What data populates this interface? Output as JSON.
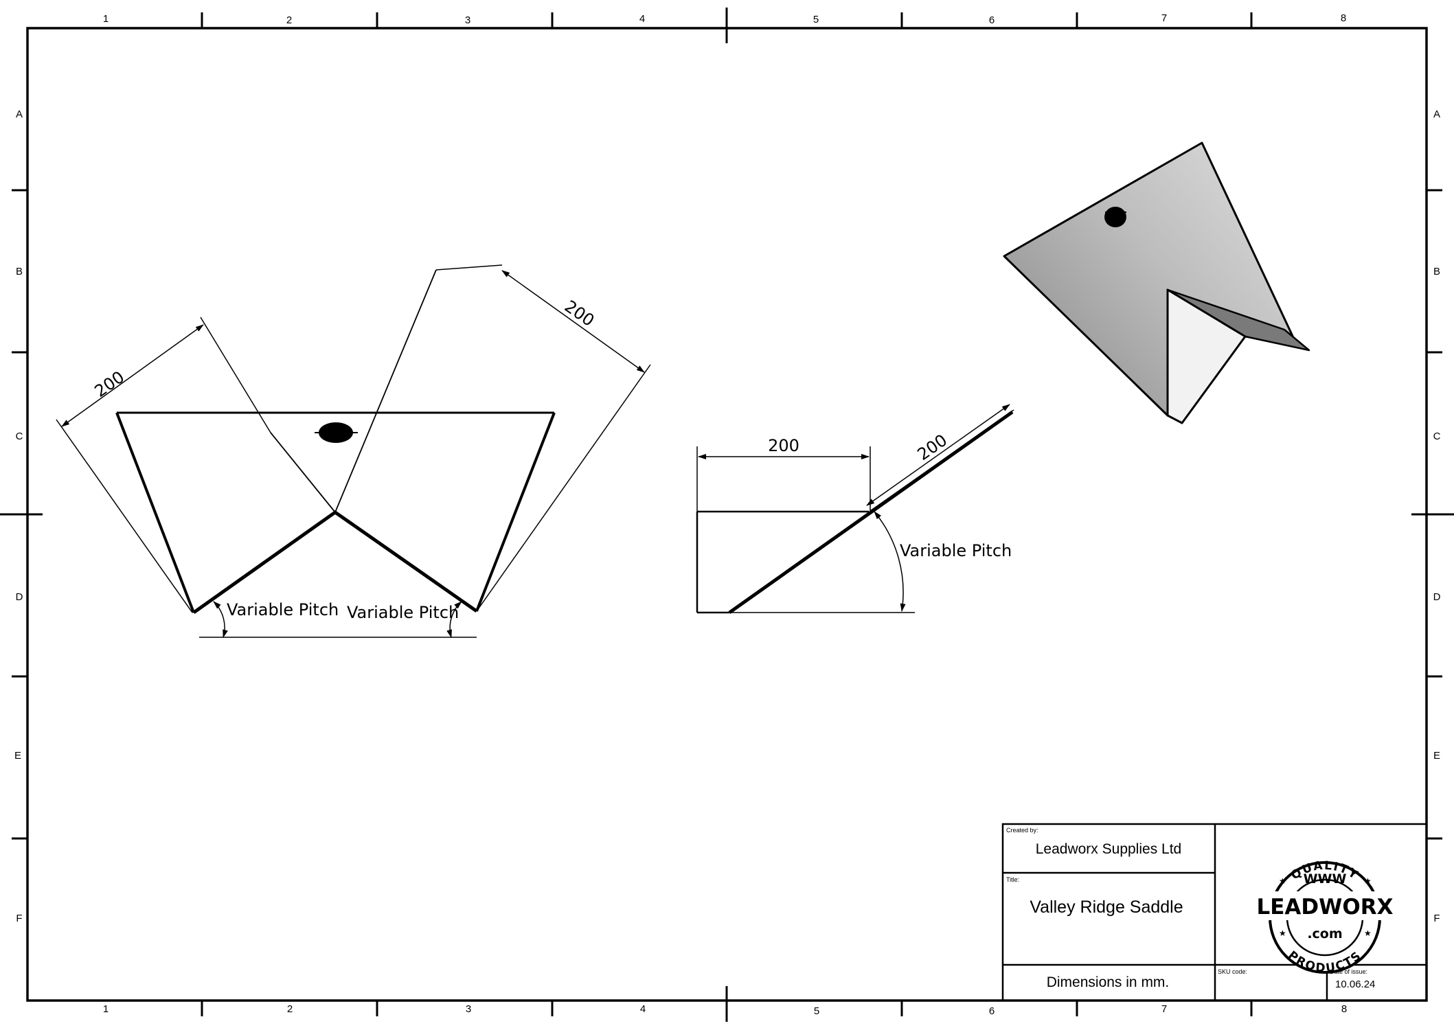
{
  "zones": {
    "columns": [
      "1",
      "2",
      "3",
      "4",
      "5",
      "6",
      "7",
      "8"
    ],
    "rows": [
      "A",
      "B",
      "C",
      "D",
      "E",
      "F"
    ]
  },
  "dimensions": {
    "front_left_length": "200",
    "front_right_length": "200",
    "front_left_angle": "Variable Pitch",
    "front_right_angle": "Variable Pitch",
    "side_horizontal": "200",
    "side_slope": "200",
    "side_angle": "Variable Pitch"
  },
  "title_block": {
    "created_by_label": "Created by:",
    "created_by": "Leadworx Supplies Ltd",
    "title_label": "Title:",
    "title": "Valley Ridge Saddle",
    "units": "Dimensions in mm.",
    "sku_label": "SKU code:",
    "sku": "",
    "date_label": "Date of issue:",
    "date": "10.06.24"
  },
  "logo": {
    "top_arc": "QUALITY",
    "www": "WWW",
    "brand": "LEADWORX",
    "domain": ".com",
    "bottom_arc": "PRODUCTS"
  },
  "colors": {
    "line": "#000000",
    "face_dark": "#8f8f8f",
    "face_light": "#d4d4d4",
    "fold_face": "#f2f2f2"
  }
}
